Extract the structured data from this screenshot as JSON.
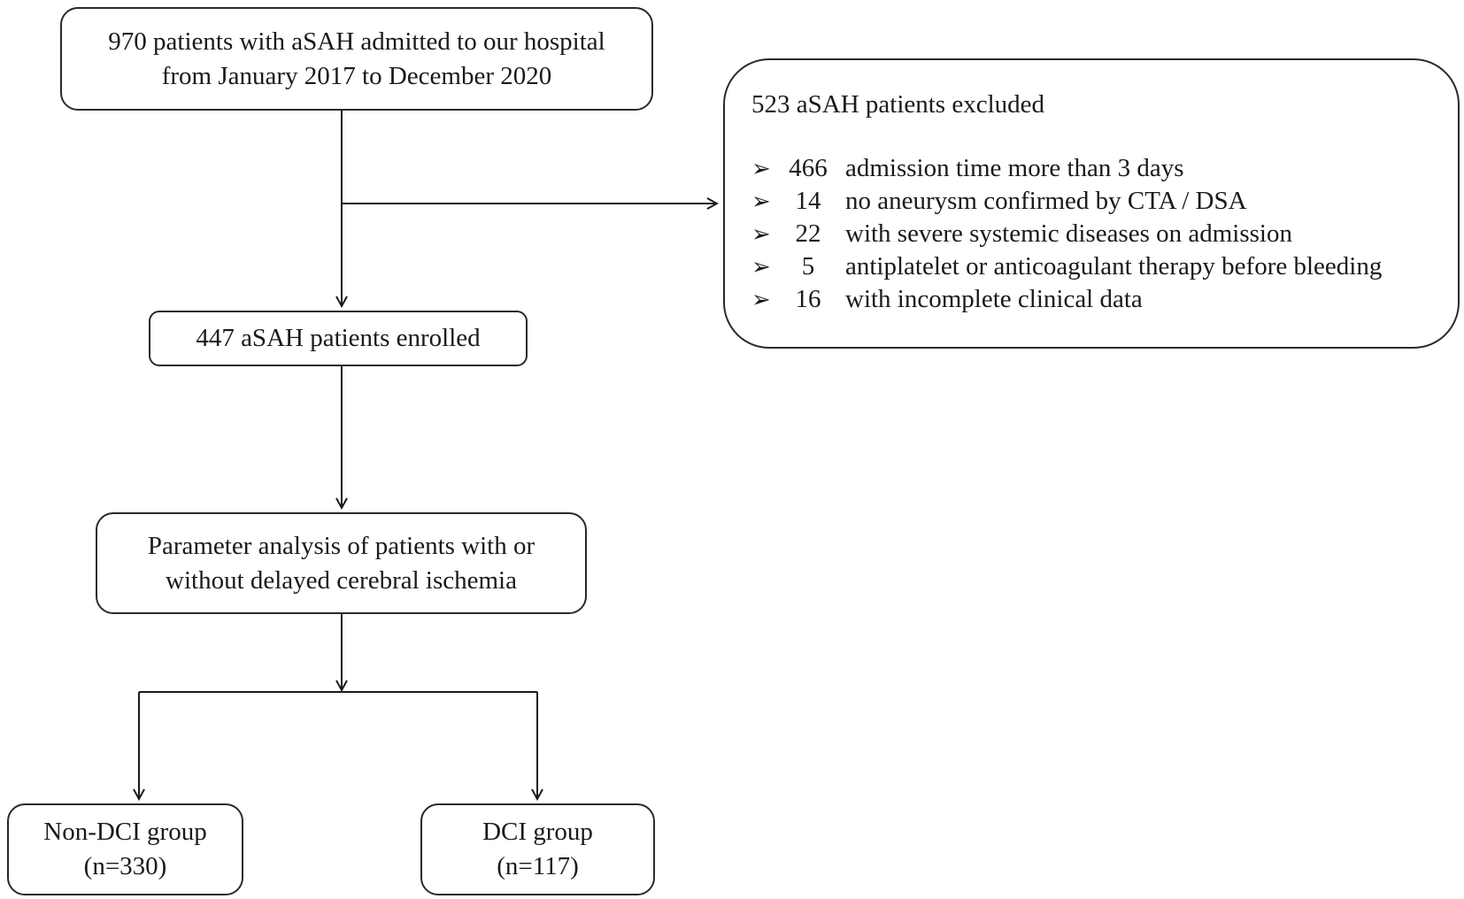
{
  "flowchart": {
    "source": {
      "line1": "970 patients with aSAH admitted to our hospital",
      "line2": "from January 2017 to December 2020"
    },
    "excluded": {
      "title": "523  aSAH patients excluded",
      "bullet_glyph": "➢",
      "items": [
        {
          "count": "466",
          "reason": "admission time more than 3 days"
        },
        {
          "count": "14",
          "reason": "no aneurysm confirmed by CTA / DSA"
        },
        {
          "count": "22",
          "reason": "with severe systemic diseases on admission"
        },
        {
          "count": "5",
          "reason": "antiplatelet or anticoagulant therapy before bleeding"
        },
        {
          "count": "16",
          "reason": "with incomplete clinical data"
        }
      ]
    },
    "enrolled": {
      "label": "447 aSAH patients enrolled"
    },
    "analysis": {
      "line1": "Parameter analysis of patients with or",
      "line2": "without delayed cerebral ischemia"
    },
    "groups": [
      {
        "name": "Non-DCI group",
        "n": "(n=330)"
      },
      {
        "name": "DCI group",
        "n": "(n=117)"
      }
    ]
  }
}
